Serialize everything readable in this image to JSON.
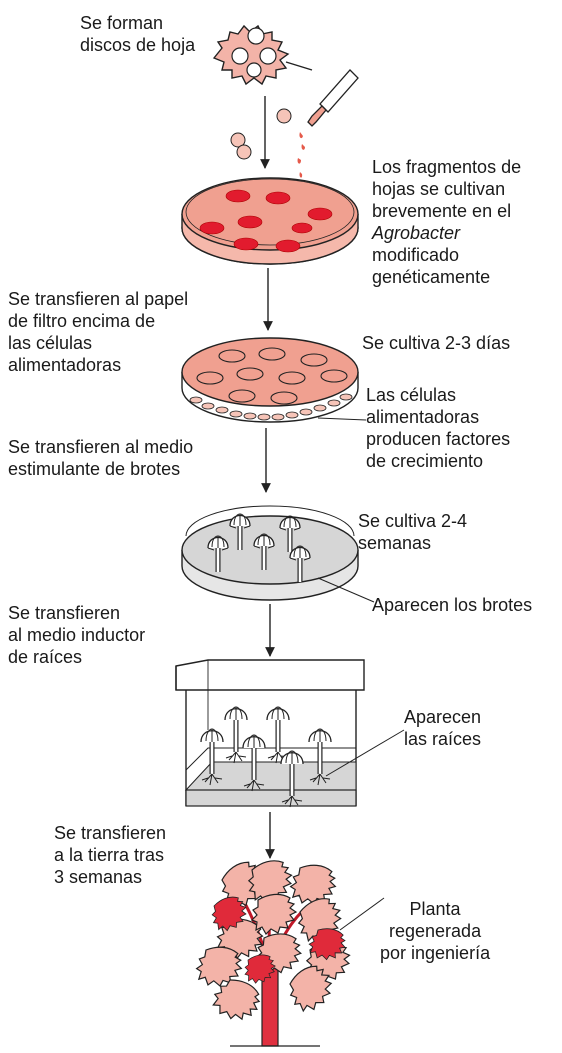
{
  "labels": {
    "step1": [
      "Se forman",
      "discos de hoja"
    ],
    "culture_a": [
      "Los fragmentos de",
      "hojas se cultivan",
      "brevemente en el"
    ],
    "culture_a_italic": "Agrobacter",
    "culture_a_end": [
      "modificado",
      "genéticamente"
    ],
    "transfer_filter": [
      "Se transfieren al papel",
      "de filtro encima de",
      "las células",
      "alimentadoras"
    ],
    "culture_days": "Se cultiva 2-3 días",
    "feeder_cells": [
      "Las células",
      "alimentadoras",
      "producen factores",
      "de crecimiento"
    ],
    "transfer_shoot": [
      "Se transfieren al medio",
      "estimulante de brotes"
    ],
    "culture_weeks": [
      "Se cultiva 2-4",
      "semanas"
    ],
    "shoots_appear": "Aparecen los brotes",
    "transfer_root": [
      "Se transfieren",
      "al medio inductor",
      "de raíces"
    ],
    "roots_appear": [
      "Aparecen",
      "las raíces"
    ],
    "transfer_soil": [
      "Se transfieren",
      "a la tierra tras",
      "3 semanas"
    ],
    "plant": [
      "Planta",
      "regenerada",
      "por ingeniería"
    ]
  },
  "colors": {
    "medium": "#f0a090",
    "disc": "#e21b2e",
    "leaf": "#f3b3a8",
    "stem": "#e03040",
    "gel": "#d6d6d6",
    "outline": "#222222"
  }
}
